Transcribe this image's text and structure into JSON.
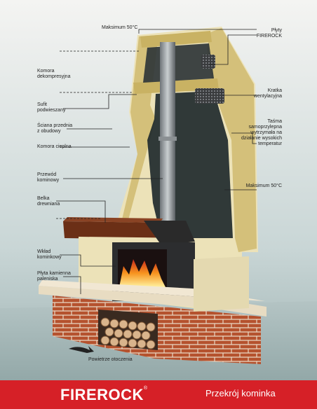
{
  "labels": {
    "max_top": "Maksimum 50°C",
    "plyty": "Płyty\nFIREROCK",
    "komora_dekompresyjna": "Komora\ndekompresyjna",
    "kratka": "Kratka\nwentylacyjna",
    "sufit": "Sufit\npodwieszany",
    "sciana": "Ściana przednia\nz obudowy",
    "tasma": "Taśma\nsamoprzylepna\nwytrzymała na\ndziałanie wysokich\ntemperatur",
    "komora_cieplna": "Komora cieplna",
    "max_right": "Maksimum 50°C",
    "przewod": "Przewód\nkominowy",
    "belka": "Belka\ndrewniana",
    "wklad": "Wkład\nkominkowy",
    "plyta": "Płyta kamienna\npaleniska",
    "powietrze": "Powietrze otoczenia"
  },
  "footer": {
    "brand": "FIREROCK",
    "registered": "®",
    "caption": "Przekrój kominka"
  },
  "colors": {
    "footer_red": "#d62027",
    "wall": "#b8c8c8",
    "cream": "#ece2b8",
    "insulation": "#d4c07a",
    "brick": "#b5522e",
    "fire": "#f07a1a"
  }
}
